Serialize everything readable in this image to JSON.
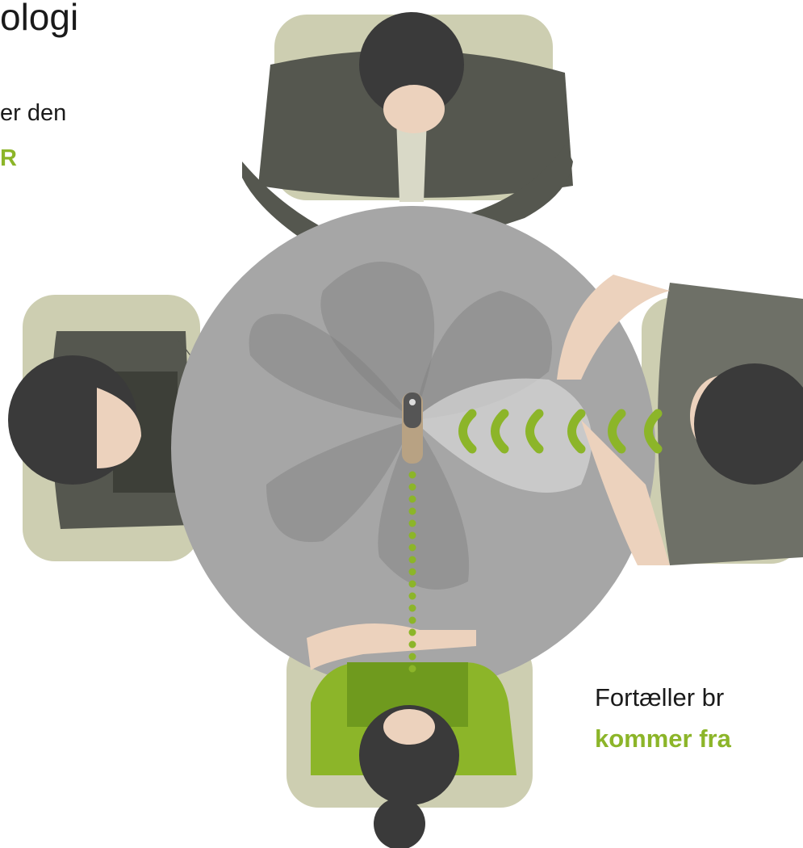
{
  "text": {
    "title": "ologi",
    "left_line1": "er den",
    "left_line2": "R",
    "right_line1": "Fortæller br",
    "right_line2": "kommer fra"
  },
  "colors": {
    "accent_green": "#8cb529",
    "table_gray": "#a6a6a6",
    "suit_dark": "#55574f",
    "chair_beige": "#cdceb1",
    "skin": "#ecd2bd",
    "hair": "#3a3a3a",
    "lobe_gray": "#7f7f7f"
  },
  "icons": [
    "person-top-icon",
    "person-left-icon",
    "person-right-icon",
    "person-bottom-icon",
    "microphone-device-icon",
    "sound-wave-icon"
  ]
}
